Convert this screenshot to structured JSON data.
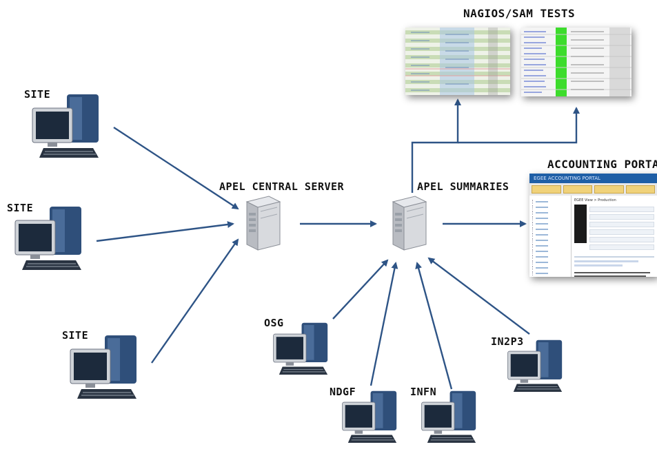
{
  "labels": {
    "nagios_sam_tests": "NAGIOS/SAM TESTS",
    "accounting_portal": "ACCOUNTING PORTAL",
    "apel_central_server": "APEL CENTRAL SERVER",
    "apel_summaries": "APEL SUMMARIES",
    "site_1": "SITE",
    "site_2": "SITE",
    "site_3": "SITE",
    "osg": "OSG",
    "ndgf": "NDGF",
    "infn": "INFN",
    "in2p3": "IN2P3"
  },
  "accounting_portal_screenshot": {
    "title_bar": "EGEE ACCOUNTING PORTAL",
    "panel_title": "EGEE View > Production"
  },
  "colors": {
    "arrow": "#2e5486",
    "server_body": "#b9bcc2",
    "pc_tower": "#2f4f7a",
    "monitor_screen": "#1c2a3c",
    "nagios_ok": "#3ddc2c"
  }
}
